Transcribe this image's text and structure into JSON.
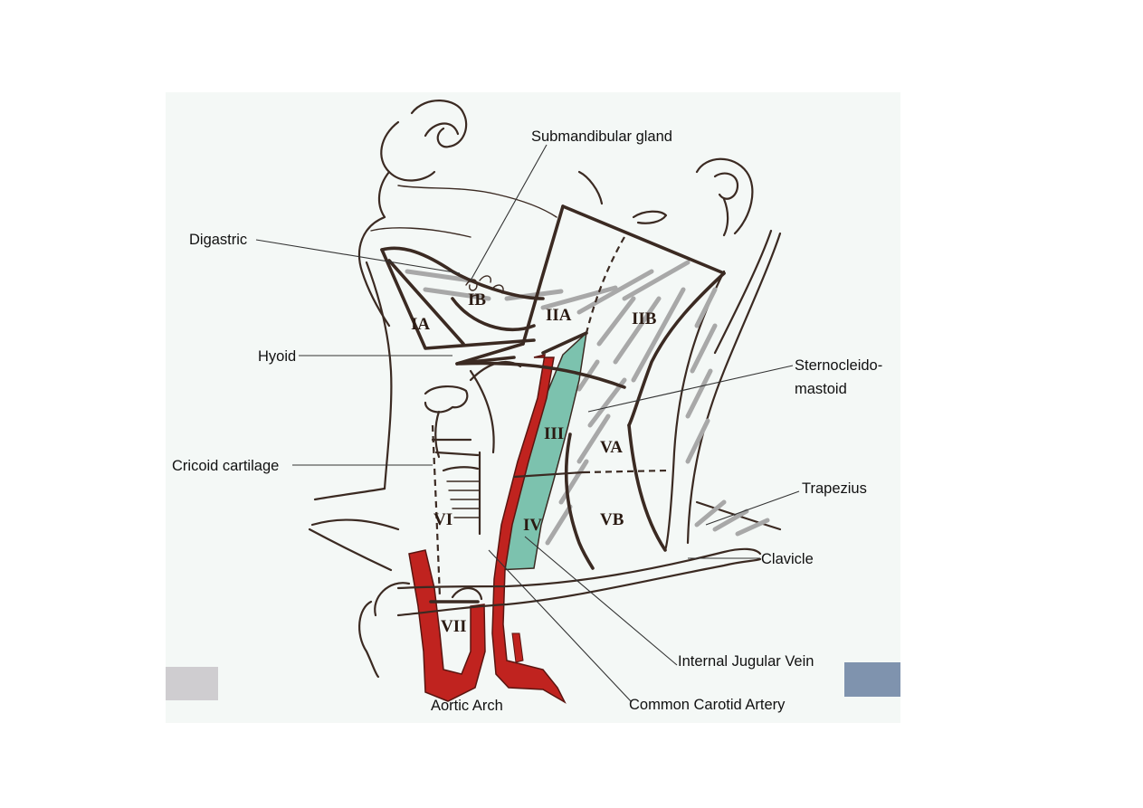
{
  "labels": {
    "submandibular_gland": "Submandibular gland",
    "digastric": "Digastric",
    "hyoid": "Hyoid",
    "sternocleidomastoid_1": "Sternocleido-",
    "sternocleidomastoid_2": "mastoid",
    "cricoid_cartilage": "Cricoid cartilage",
    "trapezius": "Trapezius",
    "clavicle": "Clavicle",
    "internal_jugular_vein": "Internal Jugular Vein",
    "common_carotid_artery": "Common Carotid Artery",
    "aortic_arch": "Aortic Arch"
  },
  "levels": {
    "ia": "IA",
    "ib": "IB",
    "iia": "IIA",
    "iib": "IIB",
    "iii": "III",
    "iv": "IV",
    "va": "VA",
    "vb": "VB",
    "vi": "VI",
    "vii": "VII"
  },
  "colors": {
    "artery": "#c0231f",
    "vein_region": "#7cc2ae",
    "muscle_hatch": "#a8a8a8",
    "ink": "#3b2a22",
    "background": "#f4f8f6",
    "corner_left": "#cfcdd0",
    "corner_right": "#7f93ae"
  }
}
